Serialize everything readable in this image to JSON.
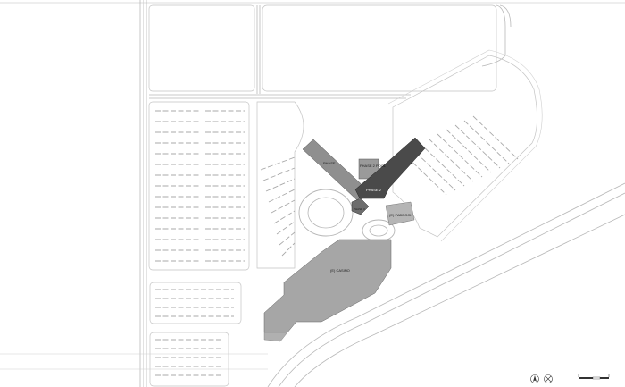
{
  "labels": {
    "phase_1": "PHASE 1",
    "phase_2_pool": "PHASE 2 POOL",
    "phase_2": "PHASE 2",
    "phase_3": "PHASE 3",
    "paddock": "(E) PADDOCK",
    "casino": "(E) CASINO"
  },
  "colors": {
    "road": "#b9b9b9",
    "phase_1": "#8f8f8f",
    "phase_2": "#4a4a4a",
    "pool": "#9a9a9a",
    "paddock": "#b5b5b5",
    "casino": "#a6a6a6"
  },
  "legend": {
    "icons": [
      "north-arrow-icon",
      "north-arrow-icon"
    ],
    "scale_icon": "scale-bar-icon"
  }
}
